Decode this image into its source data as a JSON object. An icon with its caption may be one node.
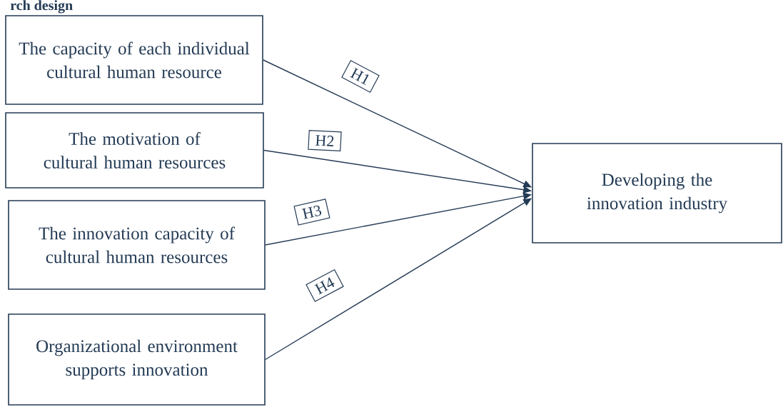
{
  "diagram": {
    "title": "rch design",
    "nodes": [
      {
        "text": [
          "The capacity of each individual cultural human resource"
        ]
      },
      {
        "text": [
          "The motivation of cultural human resources"
        ]
      },
      {
        "text": [
          "The innovation capacity of cultural human resources"
        ]
      },
      {
        "text": [
          "Organizational environment supports innovation"
        ]
      },
      {
        "text": [
          "Developing the innovation industry"
        ]
      }
    ],
    "edges": [
      {
        "from": 0,
        "to": 4,
        "arrow": "to",
        "label": "H1"
      },
      {
        "from": 1,
        "to": 4,
        "arrow": "to",
        "label": "H2"
      },
      {
        "from": 2,
        "to": 4,
        "arrow": "to",
        "label": "H3"
      },
      {
        "from": 3,
        "to": 4,
        "arrow": "to",
        "label": "H4"
      }
    ]
  }
}
